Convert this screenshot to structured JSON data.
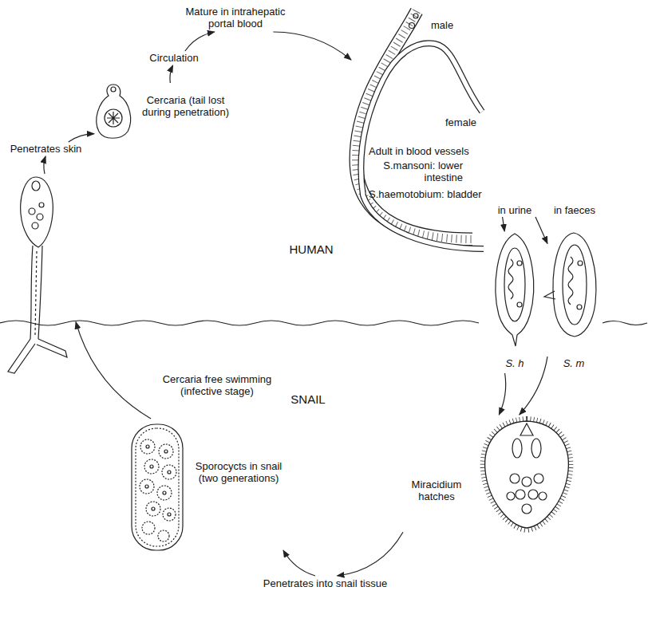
{
  "diagram": {
    "nodes": [
      {
        "text": [
          "Mature in intrahepatic portal blood"
        ]
      },
      {
        "text": [
          "male",
          "female",
          "Adult in blood vessels",
          "S.mansoni: lower intestine",
          "S.haemotobium: bladder"
        ]
      },
      {
        "text": [
          "S. h"
        ]
      },
      {
        "text": [
          "S. m"
        ]
      },
      {
        "text": [
          "Miracidium hatches"
        ]
      },
      {
        "text": [
          "Penetrates into snail tissue"
        ]
      },
      {
        "text": [
          "Sporocycts in snail (two generations)"
        ]
      },
      {
        "text": [
          "Cercaria free swimming (infective stage)"
        ]
      },
      {
        "text": [
          "Penetrates skin"
        ]
      },
      {
        "text": [
          "Cercaria (tail lost during penetration)"
        ]
      },
      {
        "text": [
          "Circulation"
        ]
      }
    ],
    "edges": [
      {
        "from": 10,
        "to": 0,
        "arrow": "to"
      },
      {
        "from": 0,
        "to": 1,
        "arrow": "to"
      },
      {
        "from": 1,
        "to": 2,
        "arrow": "to",
        "label": "in urine"
      },
      {
        "from": 1,
        "to": 3,
        "arrow": "to",
        "label": "in faeces"
      },
      {
        "from": 2,
        "to": 4,
        "arrow": "to"
      },
      {
        "from": 3,
        "to": 4,
        "arrow": "to"
      },
      {
        "from": 4,
        "to": 5,
        "arrow": "to"
      },
      {
        "from": 5,
        "to": 6,
        "arrow": "to"
      },
      {
        "from": 6,
        "to": 7,
        "arrow": "to"
      },
      {
        "from": 7,
        "to": 8,
        "arrow": "to"
      },
      {
        "from": 8,
        "to": 9,
        "arrow": "to"
      },
      {
        "from": 9,
        "to": 10,
        "arrow": "to"
      }
    ],
    "labels": [
      "HUMAN",
      "SNAIL"
    ]
  }
}
